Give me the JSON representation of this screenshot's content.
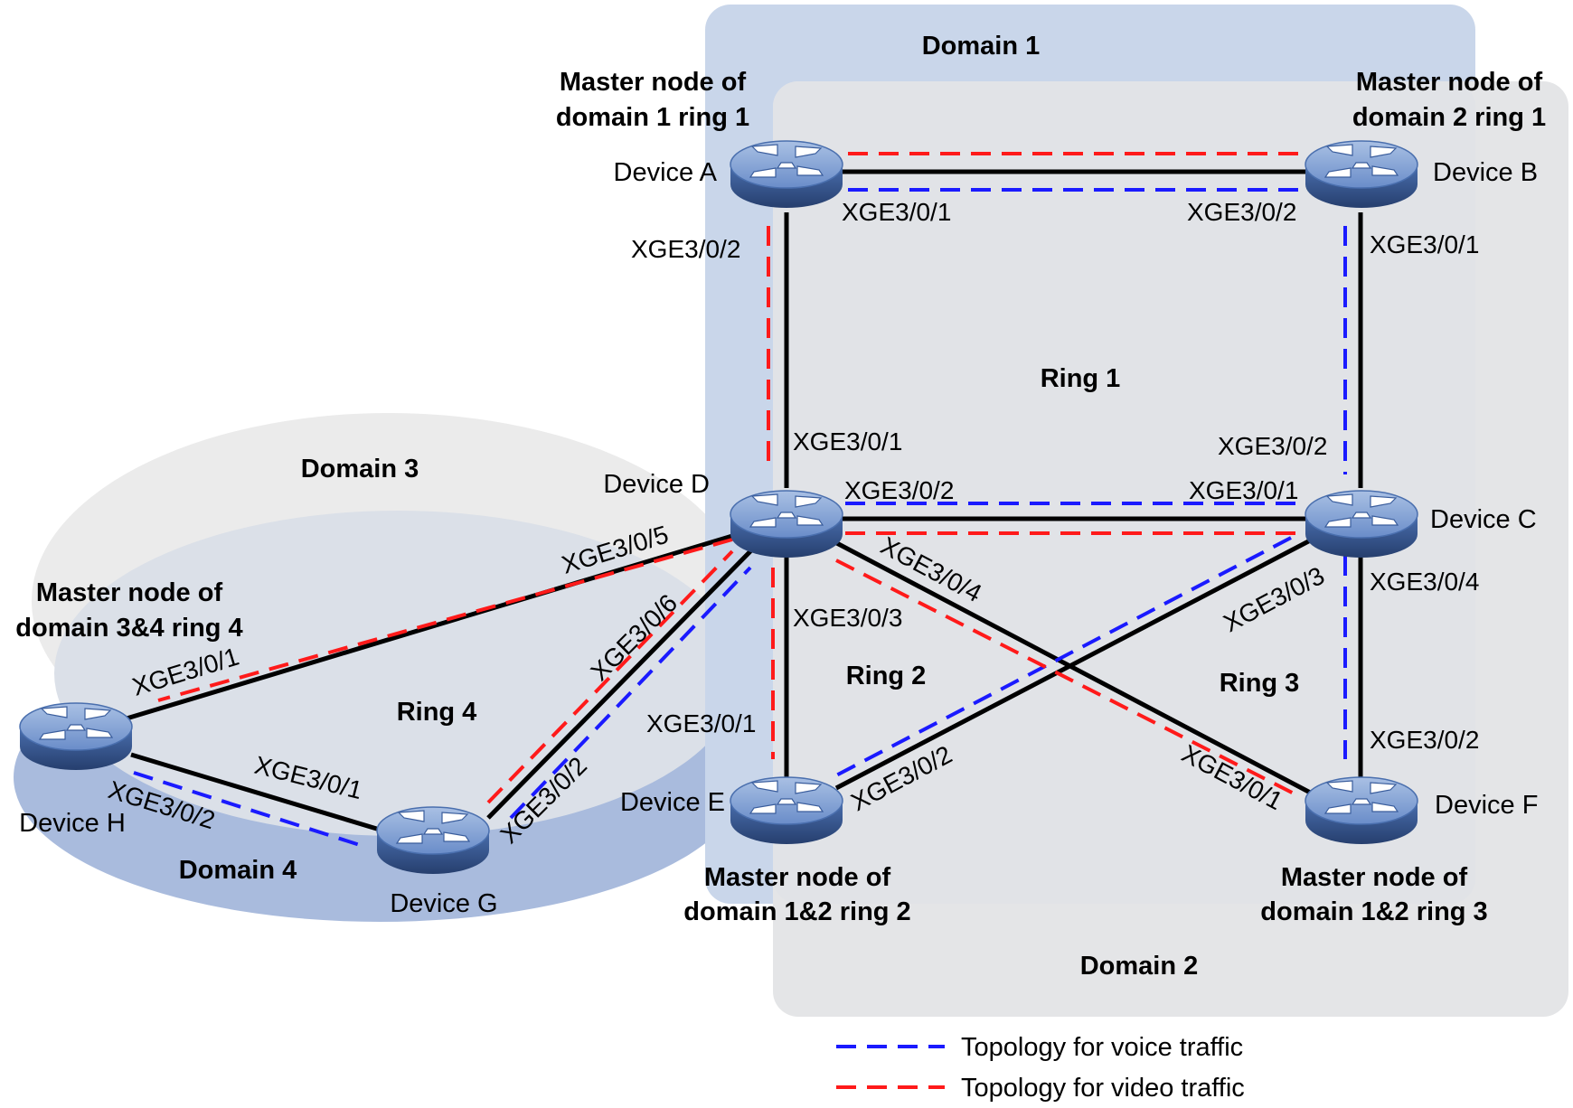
{
  "domains": {
    "d1": "Domain 1",
    "d2": "Domain 2",
    "d3": "Domain 3",
    "d4": "Domain 4"
  },
  "rings": {
    "r1": "Ring 1",
    "r2": "Ring 2",
    "r3": "Ring 3",
    "r4": "Ring 4"
  },
  "devices": {
    "a": "Device A",
    "b": "Device B",
    "c": "Device C",
    "d": "Device D",
    "e": "Device E",
    "f": "Device F",
    "g": "Device G",
    "h": "Device H"
  },
  "master_labels": {
    "a_line1": "Master node of",
    "a_line2": "domain 1 ring 1",
    "b_line1": "Master node of",
    "b_line2": "domain 2 ring 1",
    "h_line1": "Master node of",
    "h_line2": "domain 3&4 ring 4",
    "e_line1": "Master node of",
    "e_line2": "domain 1&2 ring 2",
    "f_line1": "Master node of",
    "f_line2": "domain 1&2 ring 3"
  },
  "ports": {
    "a_to_b": "XGE3/0/1",
    "a_to_d": "XGE3/0/2",
    "b_to_a": "XGE3/0/2",
    "b_to_c": "XGE3/0/1",
    "d_to_a": "XGE3/0/1",
    "d_to_c": "XGE3/0/2",
    "c_to_d": "XGE3/0/1",
    "c_to_b": "XGE3/0/2",
    "c_to_f": "XGE3/0/4",
    "c_to_e": "XGE3/0/3",
    "d_to_h": "XGE3/0/5",
    "d_to_g": "XGE3/0/6",
    "d_to_e": "XGE3/0/3",
    "d_to_f": "XGE3/0/4",
    "e_to_d": "XGE3/0/1",
    "e_to_c": "XGE3/0/2",
    "f_to_c": "XGE3/0/2",
    "f_to_d": "XGE3/0/1",
    "h_to_d": "XGE3/0/1",
    "h_to_g": "XGE3/0/2",
    "g_to_h": "XGE3/0/1",
    "g_to_d": "XGE3/0/2"
  },
  "legend": {
    "voice": "Topology for voice traffic",
    "video": "Topology for video traffic"
  },
  "colors": {
    "voice": "#1a1aff",
    "video": "#ff1a1a",
    "domain1": "#c9d6ea",
    "domain2": "#e4e5e7",
    "domain4": "#a9bbdd",
    "link": "#000000"
  },
  "icons": {
    "device": "switch-icon"
  }
}
